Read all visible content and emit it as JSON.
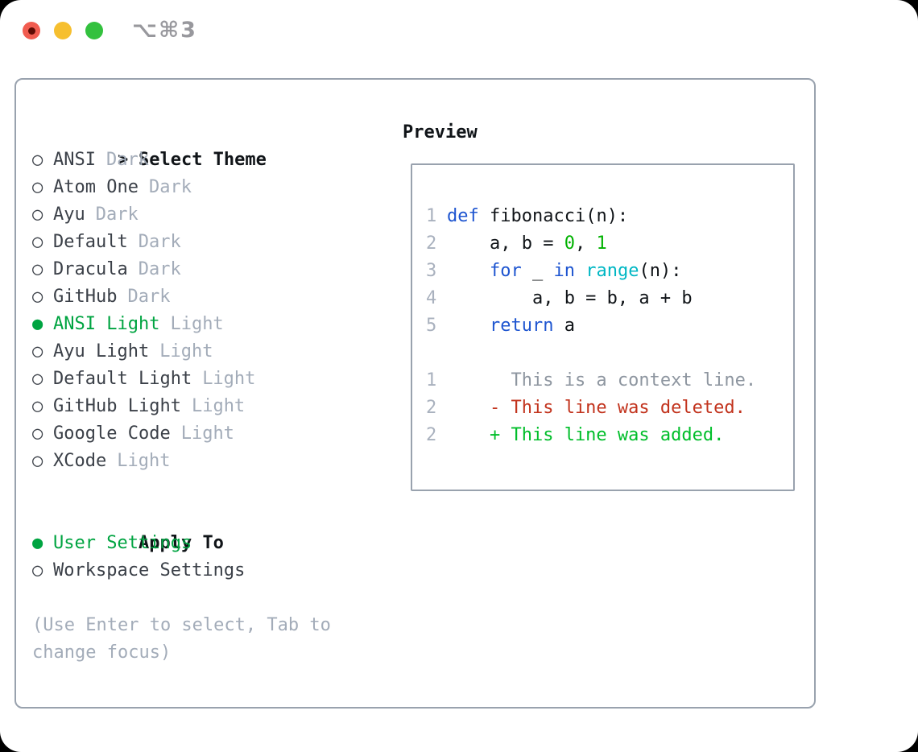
{
  "titlebar": {
    "shortcut": "⌥⌘3",
    "buttons": [
      "close",
      "minimize",
      "zoom"
    ]
  },
  "theme_panel": {
    "header": {
      "pointer": ">",
      "label": "Select Theme"
    },
    "items": [
      {
        "name": "ANSI",
        "variant": "Dark",
        "selected": false
      },
      {
        "name": "Atom One",
        "variant": "Dark",
        "selected": false
      },
      {
        "name": "Ayu",
        "variant": "Dark",
        "selected": false
      },
      {
        "name": "Default",
        "variant": "Dark",
        "selected": false
      },
      {
        "name": "Dracula",
        "variant": "Dark",
        "selected": false
      },
      {
        "name": "GitHub",
        "variant": "Dark",
        "selected": false
      },
      {
        "name": "ANSI Light",
        "variant": "Light",
        "selected": true
      },
      {
        "name": "Ayu Light",
        "variant": "Light",
        "selected": false
      },
      {
        "name": "Default Light",
        "variant": "Light",
        "selected": false
      },
      {
        "name": "GitHub Light",
        "variant": "Light",
        "selected": false
      },
      {
        "name": "Google Code",
        "variant": "Light",
        "selected": false
      },
      {
        "name": "XCode",
        "variant": "Light",
        "selected": false
      }
    ],
    "apply_to": {
      "label": "Apply To",
      "options": [
        {
          "name": "User Settings",
          "selected": true
        },
        {
          "name": "Workspace Settings",
          "selected": false
        }
      ]
    },
    "help": [
      "(Use Enter to select, Tab to",
      "change focus)"
    ]
  },
  "preview": {
    "label": "Preview",
    "lines": [
      {
        "num": "1",
        "parts": [
          [
            "kw",
            "def"
          ],
          [
            "plain",
            " fibonacci(n):"
          ]
        ]
      },
      {
        "num": "2",
        "parts": [
          [
            "plain",
            "    a, b = "
          ],
          [
            "lit",
            "0"
          ],
          [
            "plain",
            ", "
          ],
          [
            "lit",
            "1"
          ]
        ]
      },
      {
        "num": "3",
        "parts": [
          [
            "plain",
            "    "
          ],
          [
            "kw",
            "for"
          ],
          [
            "plain",
            " _ "
          ],
          [
            "kw",
            "in"
          ],
          [
            "plain",
            " "
          ],
          [
            "fn",
            "range"
          ],
          [
            "plain",
            "(n):"
          ]
        ]
      },
      {
        "num": "4",
        "parts": [
          [
            "plain",
            "        a, b = b, a + b"
          ]
        ]
      },
      {
        "num": "5",
        "parts": [
          [
            "plain",
            "    "
          ],
          [
            "kw",
            "return"
          ],
          [
            "plain",
            " a"
          ]
        ]
      },
      {
        "num": "",
        "parts": []
      },
      {
        "num": "1",
        "parts": [
          [
            "ctx",
            "      This is a context line."
          ]
        ]
      },
      {
        "num": "2",
        "parts": [
          [
            "del",
            "    - This line was deleted."
          ]
        ]
      },
      {
        "num": "2",
        "parts": [
          [
            "add",
            "    + This line was added."
          ]
        ]
      }
    ]
  },
  "colors": {
    "kw": "#1e55d0",
    "lit": "#00b200",
    "fn": "#00b7c4",
    "plain": "#101418",
    "ctx": "#8e96a0",
    "del": "#c2331d",
    "add": "#00be2a",
    "gutter": "#a9b1be",
    "selected_green": "#00a441",
    "radio_outline": "#3b4048"
  },
  "glyphs": {
    "radio_unselected": "○",
    "radio_selected": "●"
  }
}
